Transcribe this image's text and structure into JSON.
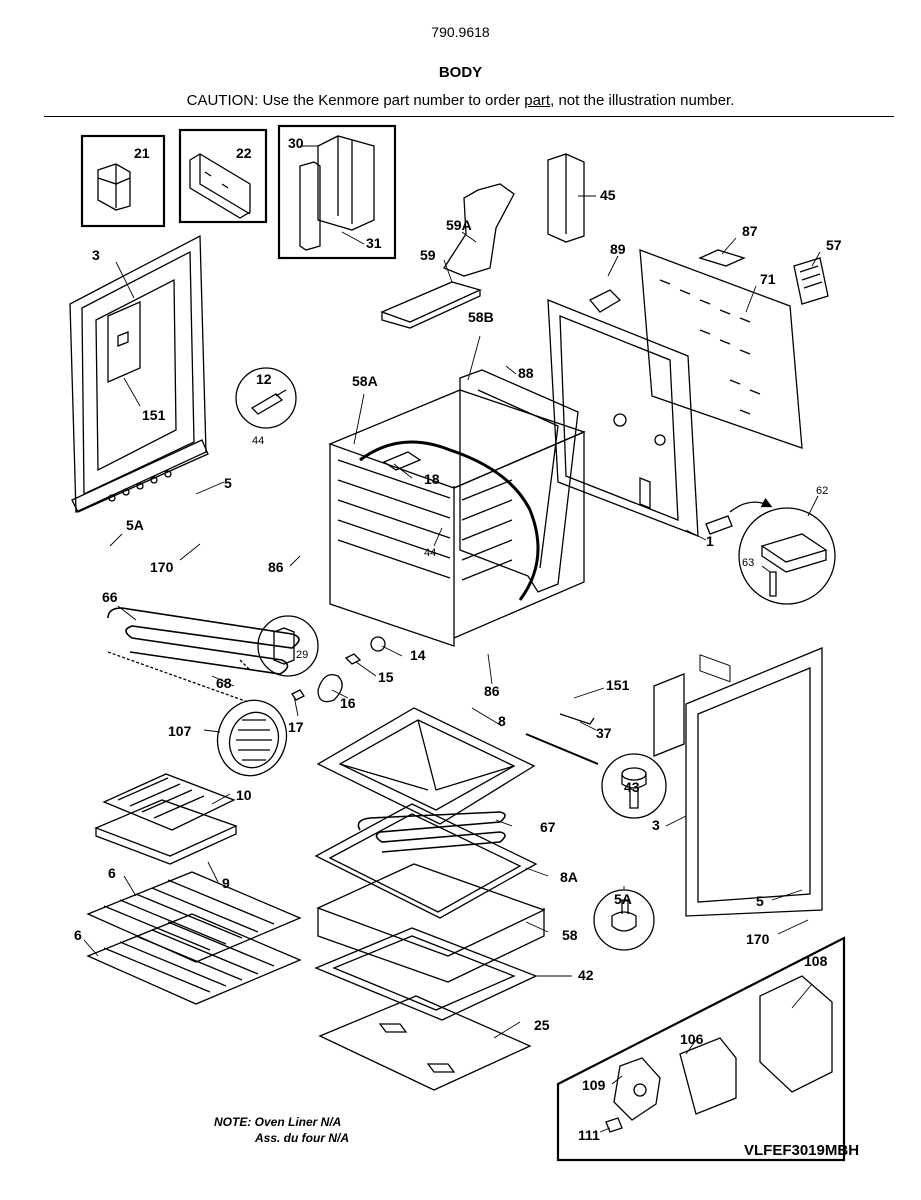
{
  "header": {
    "page_number": "790.9618",
    "section": "BODY",
    "caution_prefix": "CAUTION: Use the Kenmore part number to order ",
    "caution_underlined": "part",
    "caution_suffix": ", not the illustration number."
  },
  "callouts": {
    "c21": "21",
    "c22": "22",
    "c30": "30",
    "c31": "31",
    "c45": "45",
    "c59a": "59A",
    "c59": "59",
    "c87": "87",
    "c89": "89",
    "c57": "57",
    "c71": "71",
    "c3a": "3",
    "c151a": "151",
    "c58b": "58B",
    "c88": "88",
    "c12": "12",
    "c58a": "58A",
    "c44a": "44",
    "c18": "18",
    "c5a": "5",
    "c5aa": "5A",
    "c170a": "170",
    "c86a": "86",
    "c44b": "44",
    "c1": "1",
    "c62": "62",
    "c63": "63",
    "c66": "66",
    "c29": "29",
    "c14": "14",
    "c15": "15",
    "c68": "68",
    "c86b": "86",
    "c151b": "151",
    "c107": "107",
    "c17": "17",
    "c16": "16",
    "c8": "8",
    "c37": "37",
    "c43": "43",
    "c10": "10",
    "c67": "67",
    "c3b": "3",
    "c9": "9",
    "c6a": "6",
    "c8a": "8A",
    "c5ab": "5A",
    "c5b": "5",
    "c6b": "6",
    "c58": "58",
    "c170b": "170",
    "c42": "42",
    "c108": "108",
    "c25": "25",
    "c106": "106",
    "c109": "109",
    "c111": "111"
  },
  "note": {
    "line1": "NOTE: Oven Liner N/A",
    "line2": "Ass. du four N/A"
  },
  "model_code": "VLFEF3019MBH"
}
